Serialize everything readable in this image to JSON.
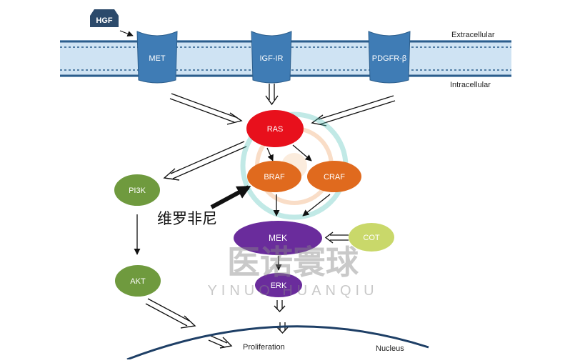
{
  "ligand": {
    "label": "HGF",
    "color": "#2c4a6b"
  },
  "regions": {
    "extracellular": "Extracellular",
    "intracellular": "Intracellular",
    "nucleus": "Nucleus"
  },
  "receptors": [
    {
      "label": "MET"
    },
    {
      "label": "IGF-IR"
    },
    {
      "label": "PDGFR-β"
    }
  ],
  "nodes": {
    "ras": {
      "label": "RAS",
      "color": "#e8101c"
    },
    "braf": {
      "label": "BRAF",
      "color": "#e06a1e"
    },
    "craf": {
      "label": "CRAF",
      "color": "#e06a1e"
    },
    "mek": {
      "label": "MEK",
      "color": "#6a2c9c"
    },
    "erk": {
      "label": "ERK",
      "color": "#6a2c9c"
    },
    "pi3k": {
      "label": "PI3K",
      "color": "#6f9a3e"
    },
    "akt": {
      "label": "AKT",
      "color": "#6f9a3e"
    },
    "cot": {
      "label": "COT",
      "color": "#c9d86a"
    }
  },
  "drug_label": "维罗非尼",
  "outcome_label": "Proliferation",
  "watermark": {
    "cn": "医诺寰球",
    "en": "YINUO HUANQIU"
  },
  "colors": {
    "membrane": "#2c5e8c",
    "receptor": "#3f7cb5",
    "arrow": "#111111"
  }
}
